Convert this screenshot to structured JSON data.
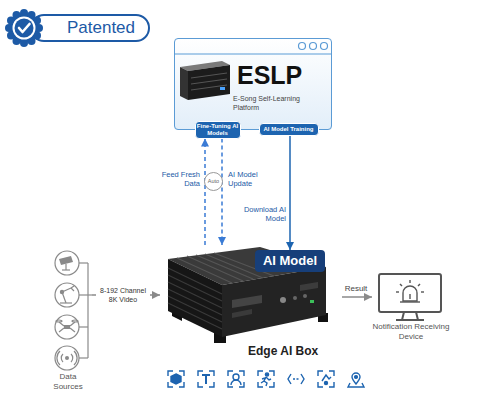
{
  "diagram": {
    "nodes": [
      {
        "text": [
          "Patented"
        ]
      },
      {
        "text": [
          "ESLP",
          "E-Song Self-Learning Platform"
        ]
      },
      {
        "text": [
          "Fine-Tuning AI Models"
        ],
        "in": 1
      },
      {
        "text": [
          "AI Model Training"
        ],
        "in": 1
      },
      {
        "text": [
          "Data Sources"
        ]
      },
      {
        "text": [
          "Edge AI Box"
        ]
      },
      {
        "text": [
          "AI Model"
        ],
        "in": 5
      },
      {
        "text": [
          "Notification Receiving Device"
        ]
      }
    ],
    "edges": [
      {
        "from": 5,
        "to": 2,
        "arrow": "to",
        "label": "Feed Fresh Data"
      },
      {
        "from": 2,
        "to": 5,
        "arrow": "to",
        "label": "AI Model Update"
      },
      {
        "from": 3,
        "to": 6,
        "arrow": "to",
        "label": "Download AI Model"
      },
      {
        "from": 4,
        "to": 5,
        "arrow": "to",
        "label": "8-192 Channel 8K Video"
      },
      {
        "from": 5,
        "to": 7,
        "arrow": "to",
        "label": "Result"
      }
    ],
    "labels": [
      "Auto"
    ]
  }
}
